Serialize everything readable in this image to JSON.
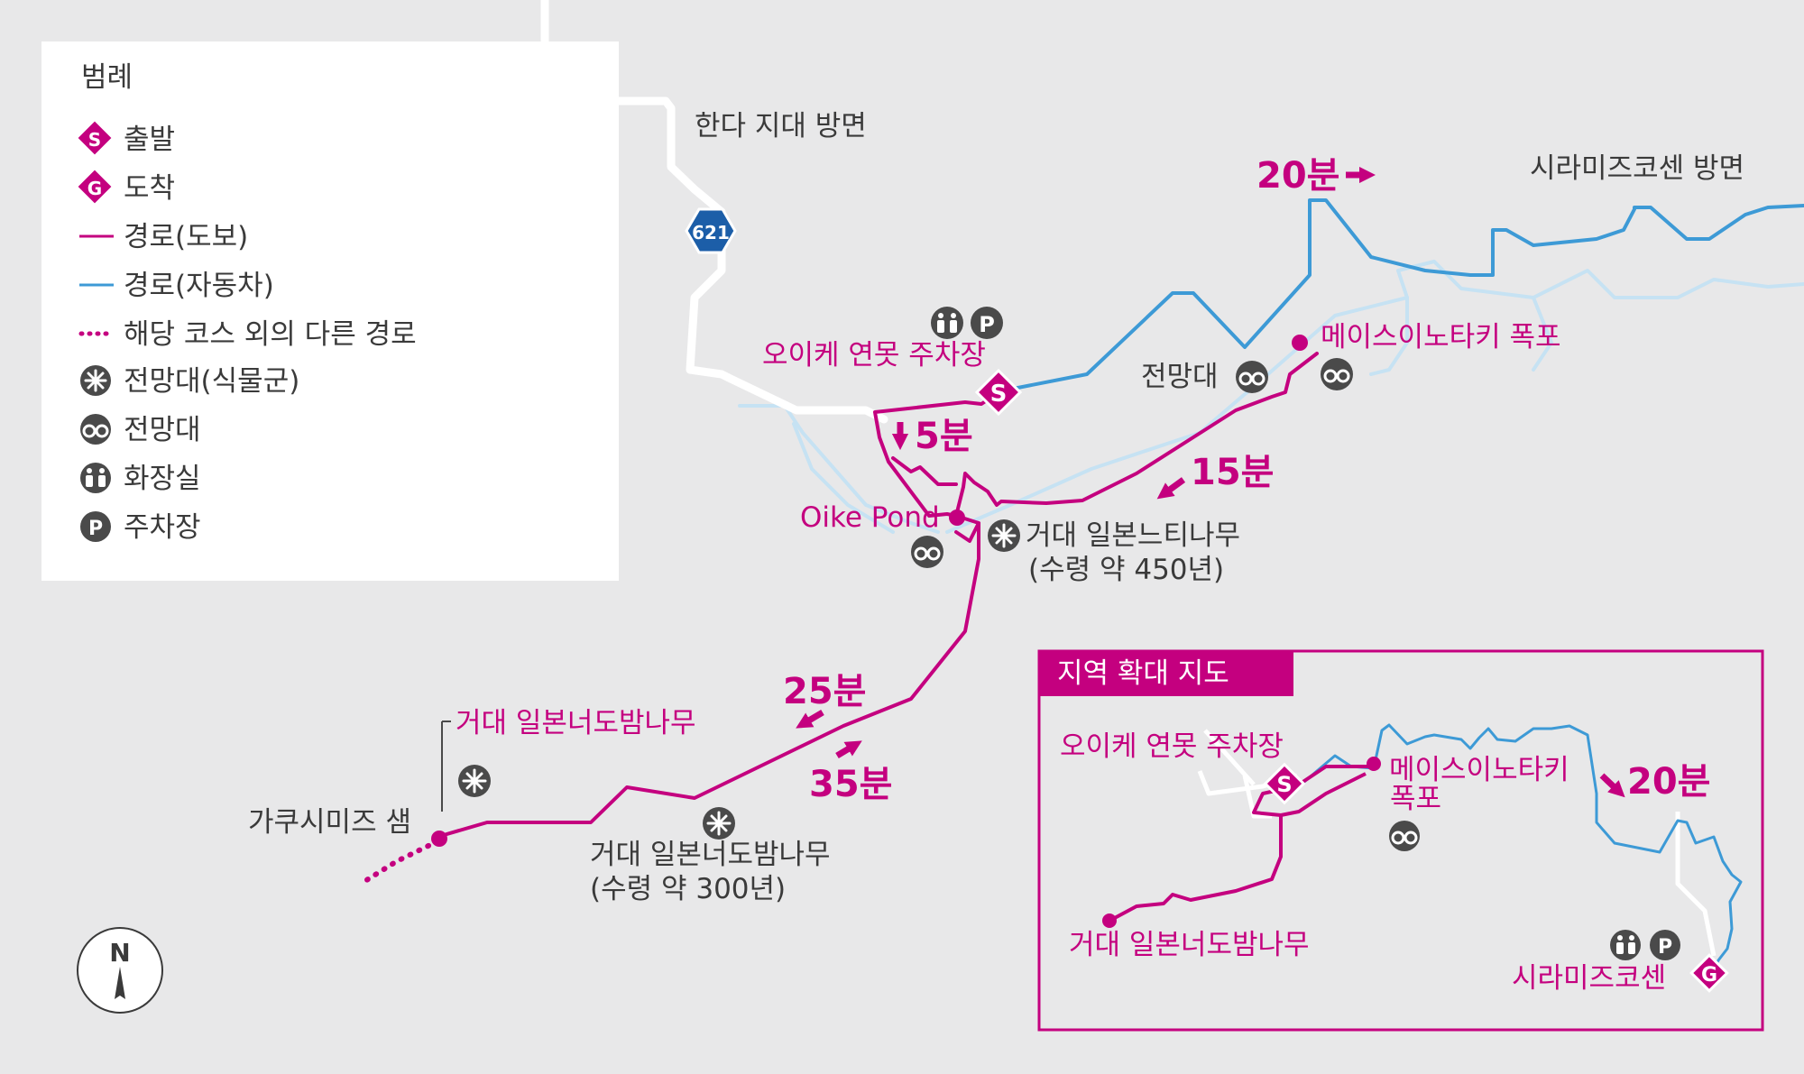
{
  "colors": {
    "background": "#e8e8e9",
    "road": "#ffffff",
    "walk_route": "#c4007f",
    "car_route": "#3d9ad6",
    "water": "#c6e2f3",
    "icon_dark": "#4a4a4a",
    "route_number_badge": "#1c5ea8"
  },
  "legend": {
    "title": "범례",
    "items": [
      {
        "icon": "start-diamond-s",
        "badge": "S",
        "label": "출발"
      },
      {
        "icon": "goal-diamond-g",
        "badge": "G",
        "label": "도착"
      },
      {
        "icon": "walk-route-line",
        "label": "경로(도보)"
      },
      {
        "icon": "car-route-line",
        "label": "경로(자동차)"
      },
      {
        "icon": "other-route-dotted",
        "label": "해당 코스 외의 다른 경로"
      },
      {
        "icon": "observatory-plant-icon",
        "label": "전망대(식물군)"
      },
      {
        "icon": "binoculars-icon",
        "label": "전망대"
      },
      {
        "icon": "toilet-icon",
        "label": "화장실"
      },
      {
        "icon": "parking-icon",
        "label": "주차장",
        "badge": "P"
      }
    ]
  },
  "route_number": "621",
  "compass_letter": "N",
  "place_labels": {
    "handa": "한다 지대 방면",
    "shirami_dir": "시라미즈코센 방면",
    "oike_parking": "오이케 연못 주차장",
    "oike_pond": "Oike Pond",
    "observatory": "전망대",
    "waterfall": "메이스이노타키 폭포",
    "keyaki_1": "거대 일본느티나무",
    "keyaki_2": "(수령 약 450년)",
    "chestnut_top": "거대 일본너도밤나무",
    "chestnut_bottom_1": "거대 일본너도밤나무",
    "chestnut_bottom_2": "(수령 약 300년)",
    "kakushimizu": "가쿠시미즈 샘"
  },
  "times": {
    "car_20": "20분",
    "walk_5": "5분",
    "walk_15": "15분",
    "walk_25": "25분",
    "walk_35": "35분"
  },
  "badges": {
    "start": "S",
    "goal": "G",
    "parking": "P"
  },
  "inset": {
    "title": "지역 확대 지도",
    "oike_parking": "오이케 연못 주차장",
    "waterfall_1": "메이스이노타키",
    "waterfall_2": "폭포",
    "time_20": "20분",
    "chestnut": "거대 일본너도밤나무",
    "shiramizu": "시라미즈코센"
  }
}
